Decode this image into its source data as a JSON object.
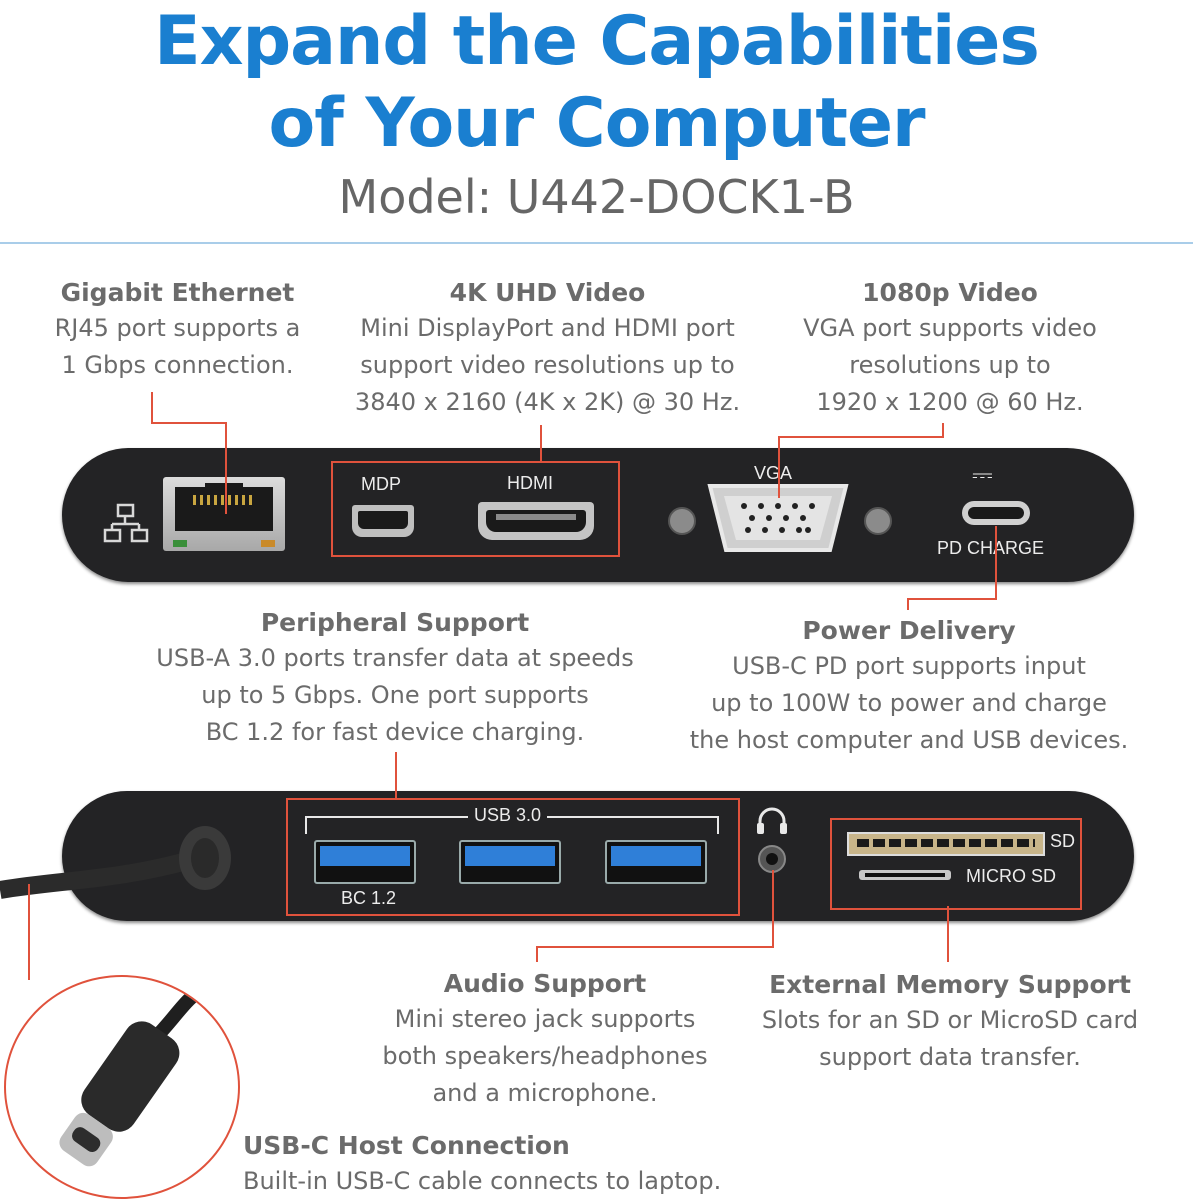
{
  "header": {
    "title_line1": "Expand the Capabilities",
    "title_line2": "of Your Computer",
    "model": "Model: U442-DOCK1-B"
  },
  "features": {
    "ethernet": {
      "title": "Gigabit Ethernet",
      "body": "RJ45 port supports a\n1 Gbps connection."
    },
    "video4k": {
      "title": "4K UHD Video",
      "body": "Mini DisplayPort and HDMI port\nsupport video resolutions up to\n3840 x 2160 (4K x 2K) @ 30 Hz."
    },
    "video1080": {
      "title": "1080p Video",
      "body": "VGA port supports video\nresolutions up to\n1920 x 1200 @ 60 Hz."
    },
    "peripheral": {
      "title": "Peripheral Support",
      "body": "USB-A 3.0 ports transfer data at speeds\nup to 5 Gbps. One port supports\nBC 1.2 for fast device charging."
    },
    "power": {
      "title": "Power Delivery",
      "body": "USB-C PD port supports input\nup to 100W to power and charge\nthe host computer and USB devices."
    },
    "audio": {
      "title": "Audio Support",
      "body": "Mini stereo jack supports\nboth speakers/headphones\nand a microphone."
    },
    "memory": {
      "title": "External Memory Support",
      "body": "Slots for an SD or MicroSD card\nsupport data transfer."
    },
    "host": {
      "title": "USB-C Host Connection",
      "body": "Built-in USB-C cable connects to laptop."
    }
  },
  "port_labels": {
    "mdp": "MDP",
    "hdmi": "HDMI",
    "vga": "VGA",
    "pd_symbol": "⎓",
    "pd_charge": "PD CHARGE",
    "usb30": "USB 3.0",
    "bc12": "BC 1.2",
    "sd": "SD",
    "micro_sd": "MICRO SD"
  },
  "colors": {
    "title_blue": "#1a7fd0",
    "callout_red": "#e0523c",
    "device_black": "#232325"
  }
}
